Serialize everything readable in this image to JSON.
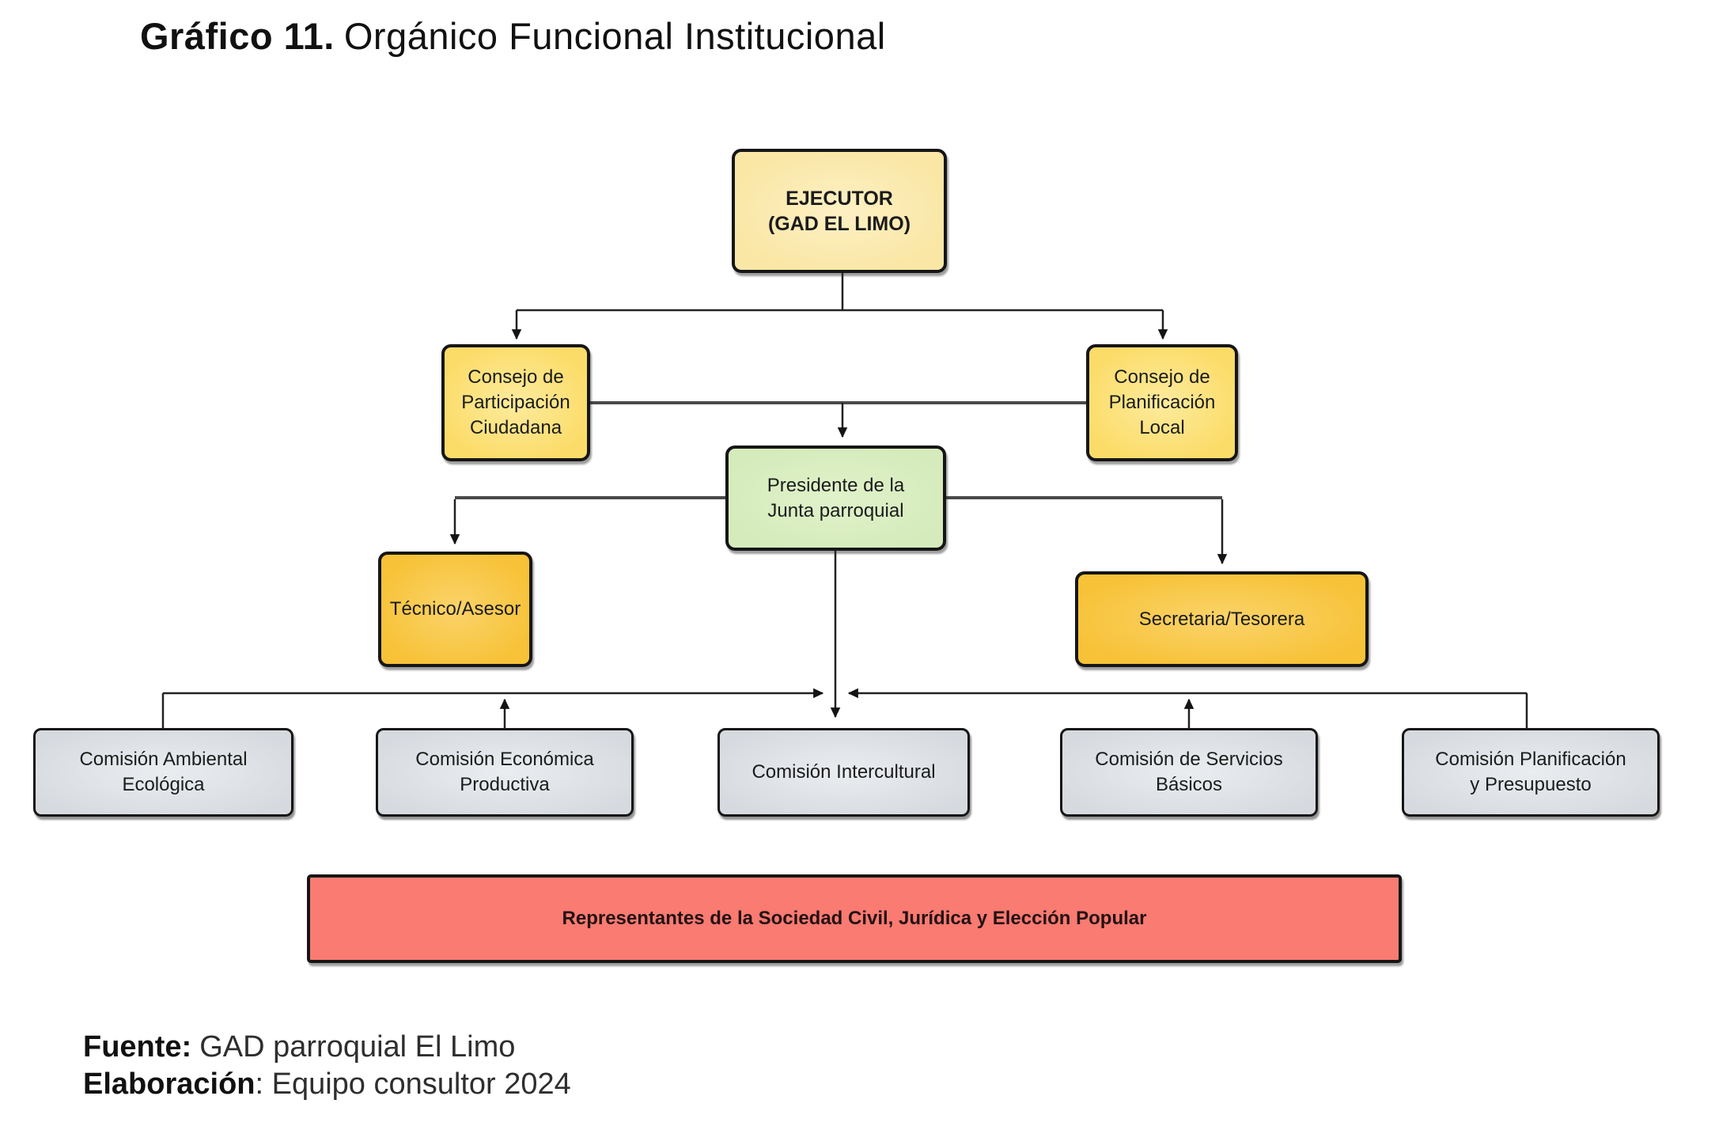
{
  "page": {
    "background": "#ffffff"
  },
  "title": {
    "prefix": "Gráfico 11.",
    "text": "Orgánico Funcional Institucional"
  },
  "diagram": {
    "type": "org-chart",
    "colors": {
      "cream": "#fae7a6",
      "yellow": "#fbdc68",
      "green": "#d5ebbb",
      "orange": "#f7c237",
      "gray": "#d6dadf",
      "red": "#f97b72",
      "border": "#161616",
      "connector": "#222222"
    },
    "nodes": {
      "ejecutor": {
        "label": "EJECUTOR\n(GAD EL LIMO)",
        "fill": "#fae7a6"
      },
      "consejo_participacion": {
        "label": "Consejo de\nParticipación\nCiudadana",
        "fill": "#fbdc68"
      },
      "consejo_planificacion": {
        "label": "Consejo de\nPlanificación\nLocal",
        "fill": "#fbdc68"
      },
      "presidente": {
        "label": "Presidente de la\nJunta parroquial",
        "fill": "#d5ebbb"
      },
      "tecnico": {
        "label": "Técnico/Asesor",
        "fill": "#f7c237"
      },
      "secretaria": {
        "label": "Secretaria/Tesorera",
        "fill": "#f7c237"
      },
      "comision_ambiental": {
        "label": "Comisión Ambiental\nEcológica",
        "fill": "#d6dadf"
      },
      "comision_economica": {
        "label": "Comisión Económica\nProductiva",
        "fill": "#d6dadf"
      },
      "comision_intercultural": {
        "label": "Comisión Intercultural",
        "fill": "#d6dadf"
      },
      "comision_servicios": {
        "label": "Comisión de Servicios\nBásicos",
        "fill": "#d6dadf"
      },
      "comision_planificacion": {
        "label": "Comisión Planificación\ny Presupuesto",
        "fill": "#d6dadf"
      },
      "representantes": {
        "label": "Representantes de la Sociedad Civil, Jurídica y Elección Popular",
        "fill": "#f97b72"
      }
    },
    "edges": [
      {
        "from": "ejecutor",
        "to": "consejo_participacion",
        "arrow": "to"
      },
      {
        "from": "ejecutor",
        "to": "consejo_planificacion",
        "arrow": "to"
      },
      {
        "from": "ejecutor",
        "to": "presidente",
        "arrow": "to"
      },
      {
        "from": "consejo_participacion",
        "to": "consejo_planificacion",
        "arrow": "none"
      },
      {
        "from": "presidente",
        "to": "tecnico",
        "arrow": "to"
      },
      {
        "from": "presidente",
        "to": "secretaria",
        "arrow": "to"
      },
      {
        "from": "presidente",
        "to": "comision_intercultural",
        "arrow": "to"
      },
      {
        "from": "comision_ambiental",
        "to": "rail",
        "arrow": "none"
      },
      {
        "from": "comision_economica",
        "to": "rail",
        "arrow": "up"
      },
      {
        "from": "rail-left",
        "to": "presidente-stem",
        "arrow": "right"
      },
      {
        "from": "rail-right",
        "to": "presidente-stem",
        "arrow": "left"
      },
      {
        "from": "comision_servicios",
        "to": "rail",
        "arrow": "up"
      },
      {
        "from": "comision_planificacion",
        "to": "rail",
        "arrow": "none"
      }
    ]
  },
  "footer": {
    "fuente_label": "Fuente:",
    "fuente_value": "GAD parroquial El Limo",
    "elaboracion_label": "Elaboración",
    "elaboracion_value": ": Equipo consultor 2024"
  }
}
